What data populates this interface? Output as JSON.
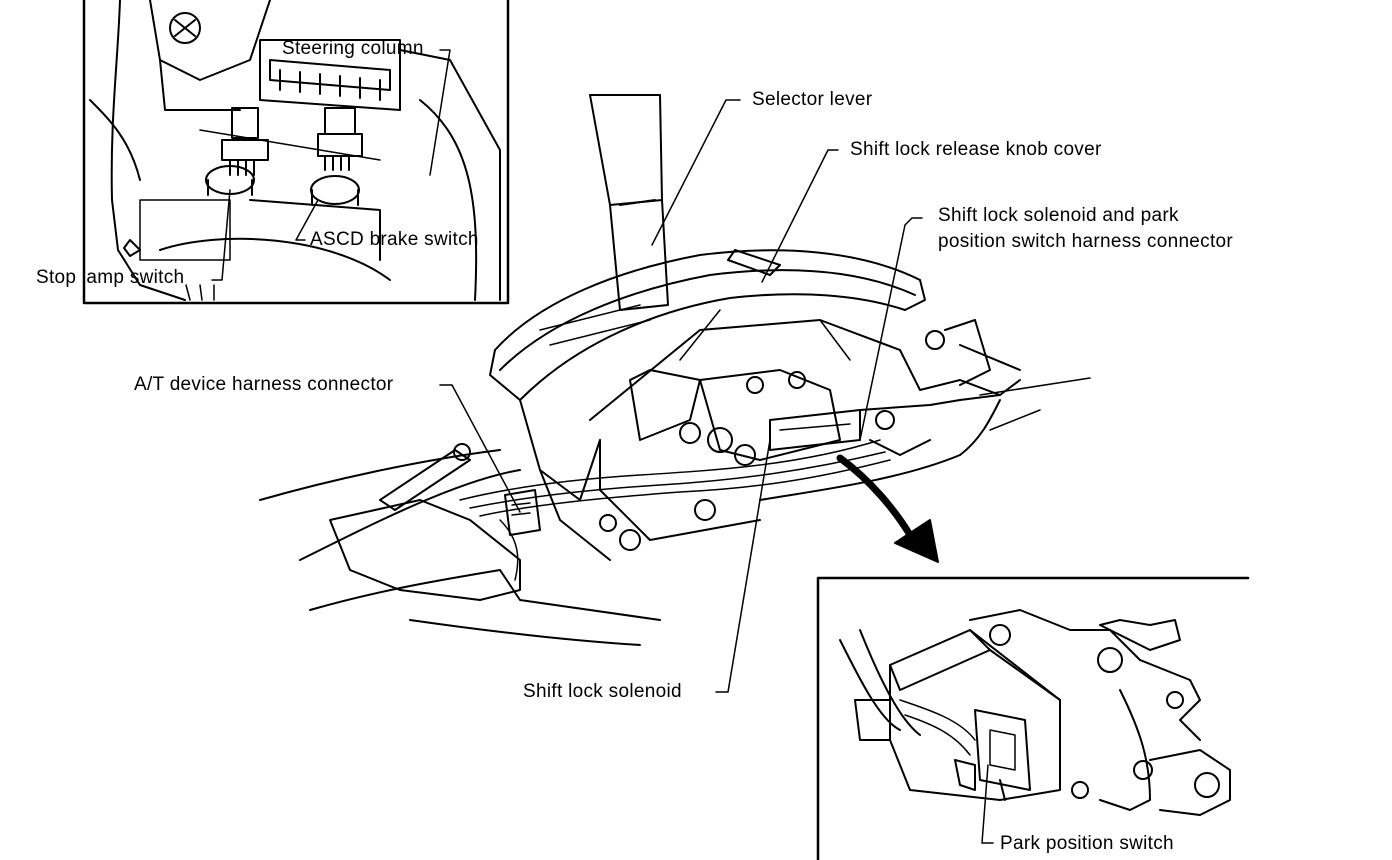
{
  "labels": {
    "steering_column": "Steering column",
    "asc_brake_switch": "ASCD brake switch",
    "stop_lamp_switch": "Stop lamp switch",
    "selector_lever": "Selector lever",
    "shift_lock_release_knob_cover": "Shift lock release knob cover",
    "solenoid_connector_line1": "Shift lock solenoid and park",
    "solenoid_connector_line2": "position switch harness connector",
    "at_device_connector": "A/T device harness connector",
    "shift_lock_solenoid": "Shift lock solenoid",
    "park_position_switch": "Park position switch"
  },
  "colors": {
    "ink": "#000000",
    "paper": "#ffffff"
  },
  "icons": {
    "arrow": "curved-arrow-icon"
  }
}
